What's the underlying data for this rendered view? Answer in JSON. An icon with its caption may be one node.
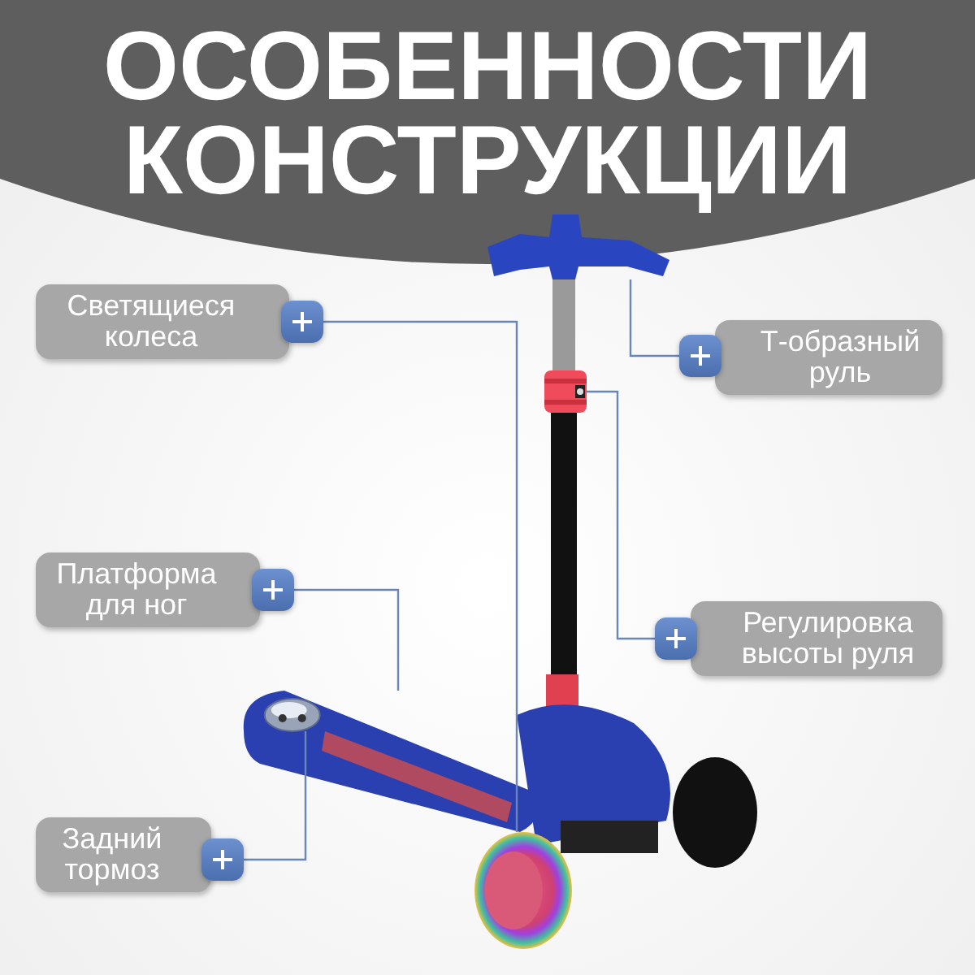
{
  "diagram": {
    "title": "ОСОБЕННОСТИ КОНСТРУКЦИИ",
    "nodes": [
      {
        "text": [
          "Светящиеся колеса"
        ]
      },
      {
        "text": [
          "Т-образный руль"
        ]
      },
      {
        "text": [
          "Платформа для ног"
        ]
      },
      {
        "text": [
          "Регулировка высоты руля"
        ]
      },
      {
        "text": [
          "Задний тормоз"
        ]
      },
      {
        "text": [],
        "shape": "picture"
      },
      {
        "text": [],
        "shape": "picture"
      },
      {
        "text": [],
        "shape": "picture"
      },
      {
        "text": [],
        "shape": "picture",
        "in": 7
      },
      {
        "text": [],
        "shape": "picture"
      }
    ],
    "edges": [
      {
        "from": 0,
        "to": 9,
        "arrow": "none"
      },
      {
        "from": 1,
        "to": 5,
        "arrow": "none"
      },
      {
        "from": 2,
        "to": 7,
        "arrow": "none"
      },
      {
        "from": 3,
        "to": 6,
        "arrow": "none"
      },
      {
        "from": 4,
        "to": 8,
        "arrow": "none"
      }
    ]
  }
}
